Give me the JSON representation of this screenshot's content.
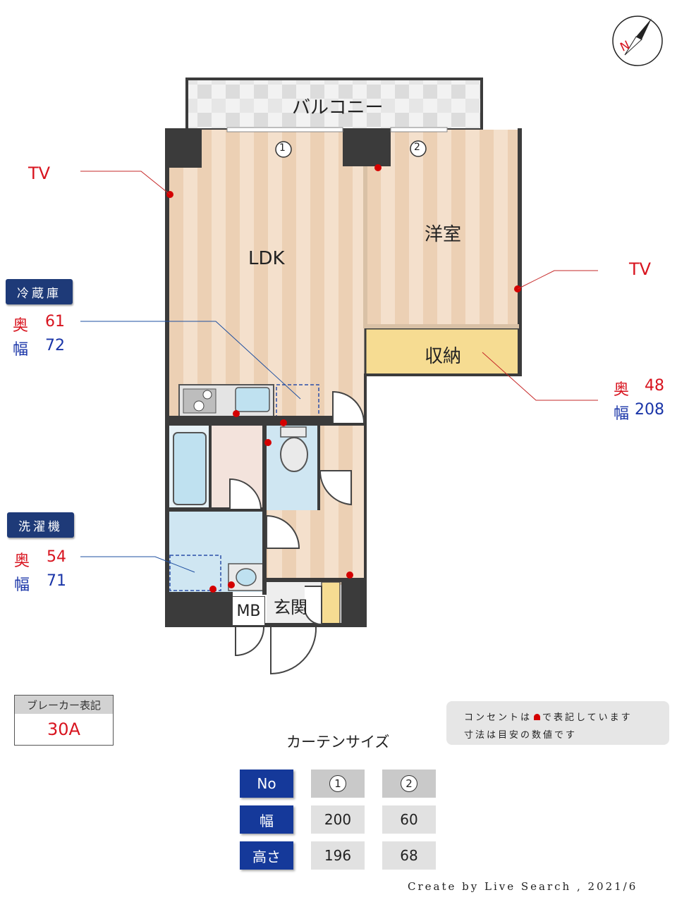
{
  "rooms": {
    "balcony": "バルコニー",
    "ldk": "LDK",
    "western_room": "洋室",
    "storage": "収納",
    "entrance": "玄関",
    "mb": "MB"
  },
  "window_markers": [
    "1",
    "2"
  ],
  "tv_left": "TV",
  "tv_right": "TV",
  "fridge": {
    "tag": "冷蔵庫",
    "depth_label": "奥",
    "depth": "61",
    "width_label": "幅",
    "width": "72"
  },
  "washer": {
    "tag": "洗濯機",
    "depth_label": "奥",
    "depth": "54",
    "width_label": "幅",
    "width": "71"
  },
  "storage_dims": {
    "depth_label": "奥",
    "depth": "48",
    "width_label": "幅",
    "width": "208"
  },
  "breaker": {
    "label": "ブレーカー表記",
    "value": "30A"
  },
  "legend": {
    "line1": "コンセントは",
    "line1b": "で表記しています",
    "line2": "寸法は目安の数値です"
  },
  "curtain": {
    "title": "カーテンサイズ",
    "row_headers": [
      "No",
      "幅",
      "高さ"
    ],
    "columns": [
      {
        "no": "1",
        "width": "200",
        "height": "196"
      },
      {
        "no": "2",
        "width": "60",
        "height": "68"
      }
    ]
  },
  "credit": "Create by Live Search , 2021/6",
  "compass_label": "N",
  "colors": {
    "wall": "#3b3b3b",
    "floor": "#f3dcc6",
    "storage": "#f6dc92",
    "wet": "#cfe6f2",
    "outlet": "#d40000"
  }
}
